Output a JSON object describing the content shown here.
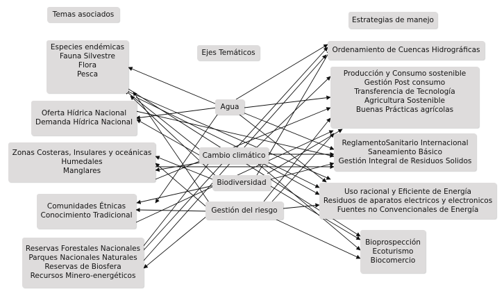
{
  "headers": {
    "left": "Temas asociados",
    "center": "Ejes Temáticos",
    "right": "Estrategias de manejo"
  },
  "hubs": {
    "agua": "Agua",
    "cambio": "Cambio climático",
    "biodiversidad": "Biodiversidad",
    "gestion": "Gestión  del riesgo"
  },
  "left_boxes": {
    "especies": [
      "Especies endémicas",
      "Fauna Silvestre",
      "Flora",
      "Pesca"
    ],
    "oferta": [
      "Oferta Hídrica Nacional",
      "Demanda Hídrica Nacional"
    ],
    "zonas": [
      "Zonas Costeras, Insulares y oceánicas",
      "Humedales",
      "Manglares"
    ],
    "comunidades": [
      "Comunidades Étnicas",
      "Conocimiento Tradicional"
    ],
    "reservas": [
      "Reservas Forestales Nacionales",
      "Parques Nacionales Naturales",
      "Reservas de Biosfera",
      "Recursos Minero-energéticos"
    ]
  },
  "right_boxes": {
    "ordenamiento": [
      "Ordenamiento de Cuencas Hidrográficas"
    ],
    "produccion": [
      "Producción y Consumo sostenible",
      "Gestión Post consumo",
      "Transferencia de Tecnología",
      "Agricultura Sostenible",
      "Buenas Prácticas agrícolas"
    ],
    "reglamento": [
      "ReglamentoSanitario Internacional",
      "Saneamiento Básico",
      "Gestión Integral de Residuos Solidos"
    ],
    "uso": [
      "Uso racional y Eficiente de Energía",
      "Residuos de aparatos electricos y electronicos",
      "Fuentes no Convencionales de Energía"
    ],
    "bioprospeccion": [
      "Bioprospección",
      "Ecoturismo",
      "Biocomercio"
    ]
  },
  "colors": {
    "box_fill": "#dedcdc",
    "arrow": "#111111",
    "background": "#ffffff"
  }
}
